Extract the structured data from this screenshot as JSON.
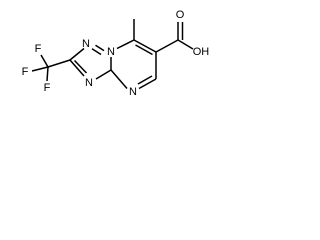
{
  "molecule": {
    "atoms": {
      "n1": "N",
      "n2": "N",
      "n3": "N",
      "n4": "N",
      "f1": "F",
      "f2": "F",
      "f3": "F",
      "o_carbonyl": "O",
      "oh": "OH"
    }
  }
}
